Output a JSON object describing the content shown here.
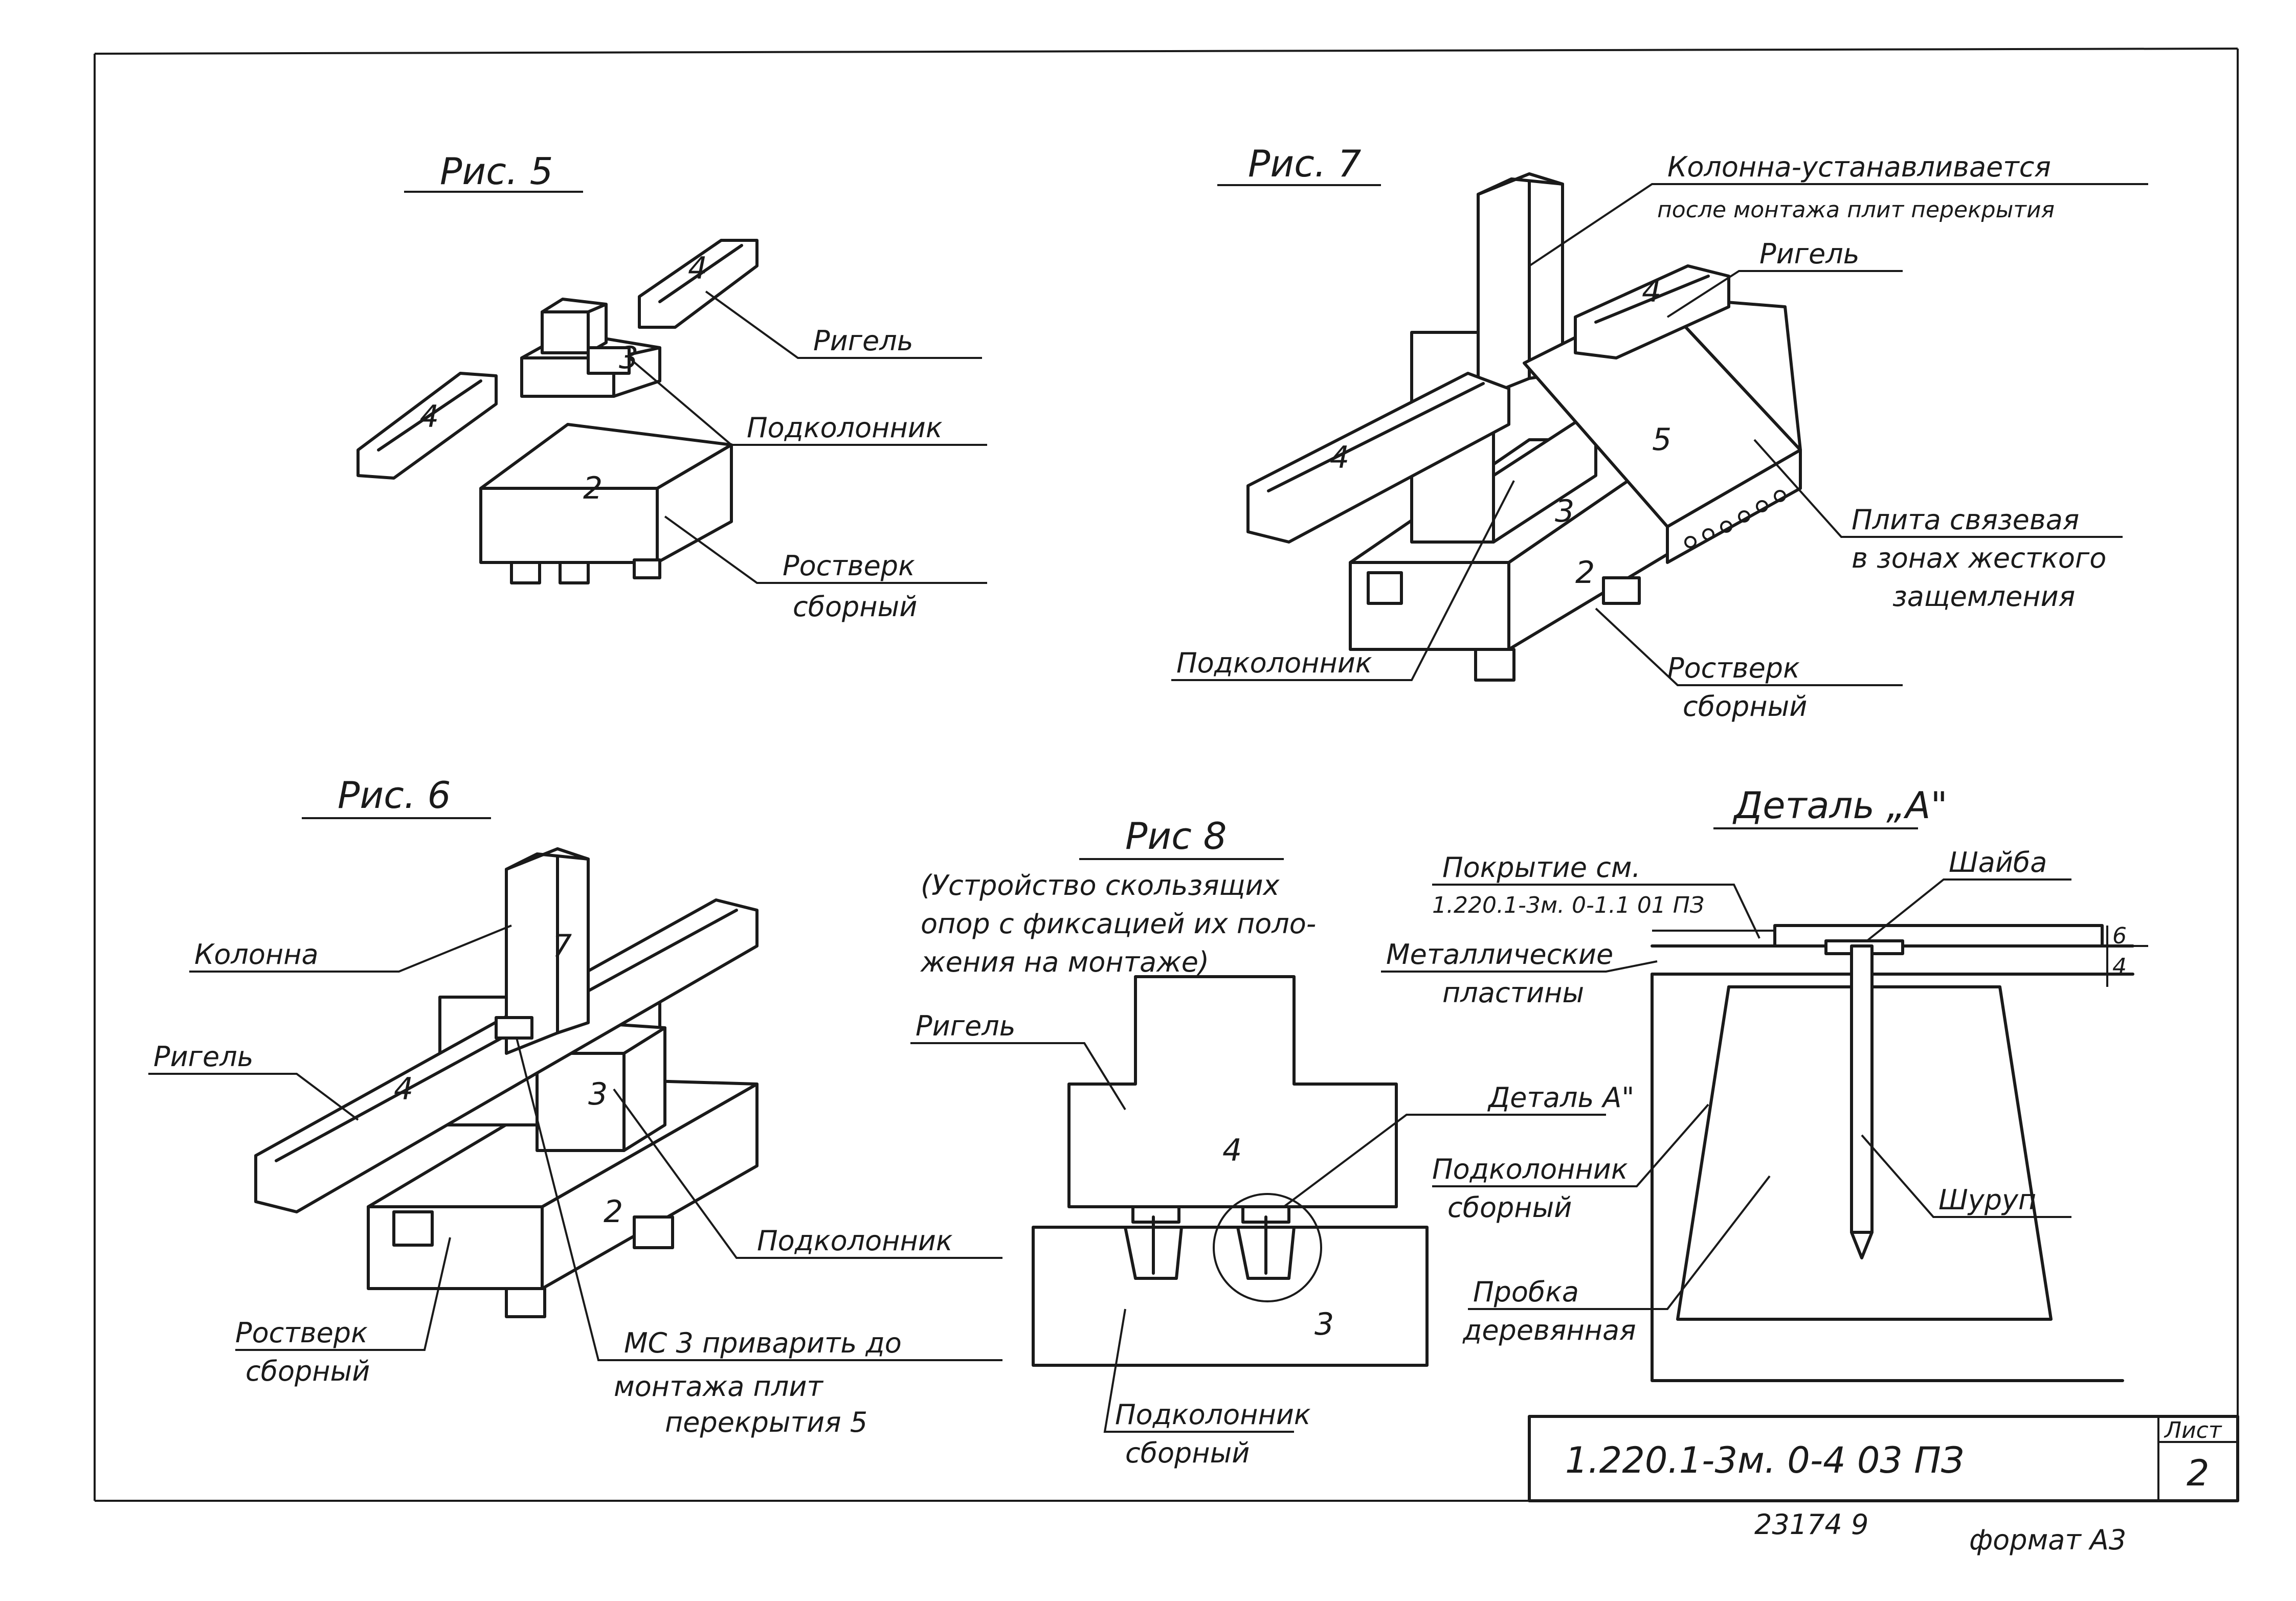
{
  "fig5": {
    "title": "Рис. 5",
    "num_2": "2",
    "num_3": "3",
    "num_4a": "4",
    "num_4b": "4",
    "label_rigel": "Ригель",
    "label_podkolonnik": "Подколонник",
    "label_rostverk_1": "Ростверк",
    "label_rostverk_2": "сборный"
  },
  "fig7": {
    "title": "Рис. 7",
    "label_kolonna_1": "Колонна-устанавливается",
    "label_kolonna_2": "после монтажа плит перекрытия",
    "label_rigel": "Ригель",
    "label_plita_1": "Плита связевая",
    "label_plita_2": "в зонах жесткого",
    "label_plita_3": "защемления",
    "label_podkolonnik": "Подколонник",
    "label_rostverk_1": "Ростверк",
    "label_rostverk_2": "сборный",
    "num_2": "2",
    "num_3": "3",
    "num_4a": "4",
    "num_4b": "4",
    "num_5": "5"
  },
  "fig6": {
    "title": "Рис. 6",
    "label_kolonna": "Колонна",
    "label_rigel": "Ригель",
    "label_podkolonnik": "Подколонник",
    "label_rostverk_1": "Ростверк",
    "label_rostverk_2": "сборный",
    "label_mc3_1": "МС 3 приварить до",
    "label_mc3_2": "монтажа плит",
    "label_mc3_3": "перекрытия 5",
    "num_2": "2",
    "num_3": "3",
    "num_4": "4",
    "num_7": "7"
  },
  "fig8": {
    "title": "Рис 8",
    "note_1": "(Устройство скользящих",
    "note_2": "опор с фиксацией их поло-",
    "note_3": "жения на монтаже)",
    "label_rigel": "Ригель",
    "label_detal": "Деталь А\"",
    "label_podkolonnik_1": "Подколонник",
    "label_podkolonnik_2": "сборный",
    "num_3": "3",
    "num_4": "4"
  },
  "detail_a": {
    "title": "Деталь „А\"",
    "label_pokrytie_1": "Покрытие см.",
    "label_pokrytie_2": "1.220.1-3м. 0-1.1 01 ПЗ",
    "label_shaiba": "Шайба",
    "label_plastiny_1": "Металлические",
    "label_plastiny_2": "пластины",
    "label_podkolonnik_1": "Подколонник",
    "label_podkolonnik_2": "сборный",
    "label_shurup": "Шуруп",
    "label_probka_1": "Пробка",
    "label_probka_2": "деревянная",
    "dim_6": "6",
    "dim_4": "4"
  },
  "stamp": {
    "code": "1.220.1-3м. 0-4   03 ПЗ",
    "sheet_label": "Лист",
    "sheet_number": "2"
  },
  "footer": {
    "inventory": "23174  9",
    "format": "формат А3"
  }
}
